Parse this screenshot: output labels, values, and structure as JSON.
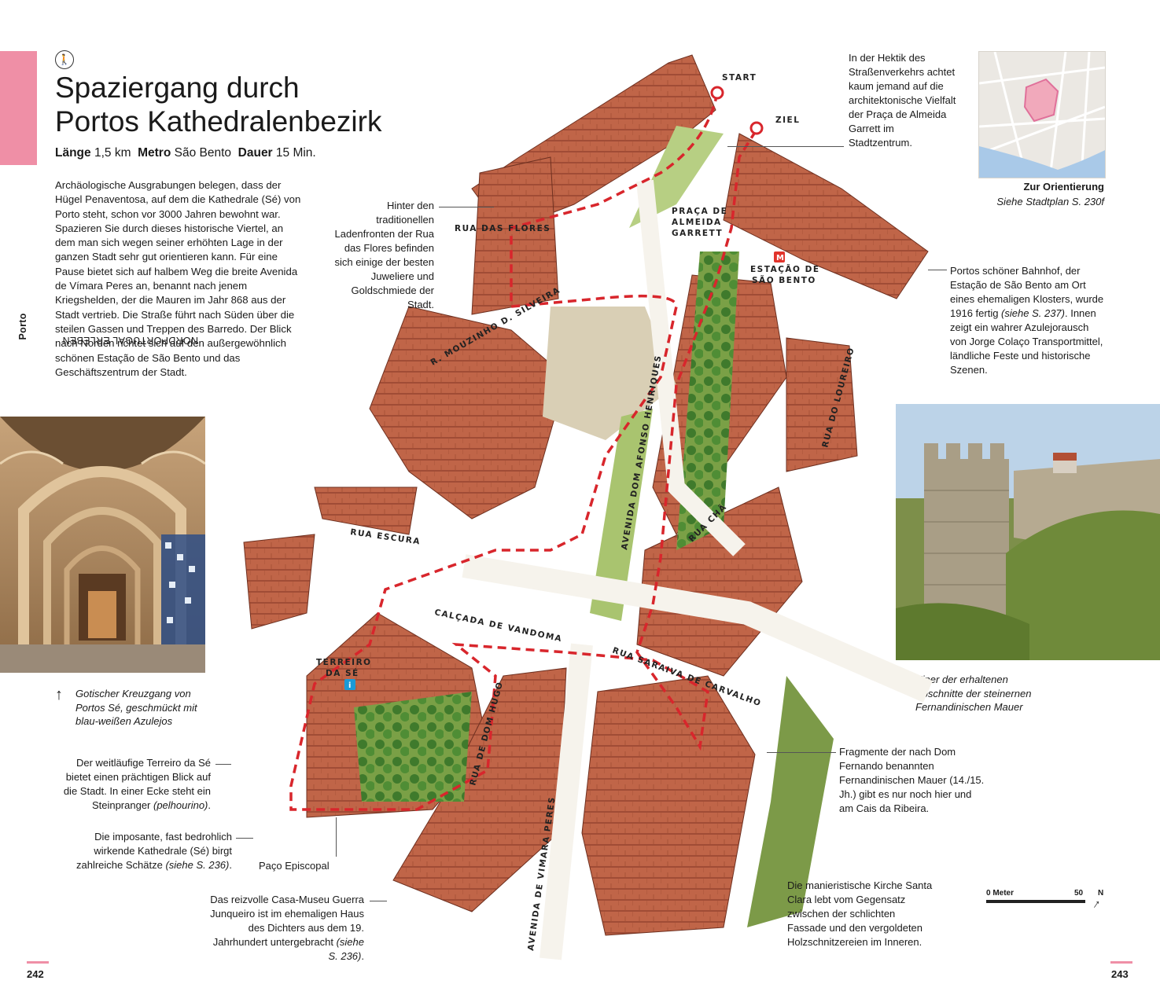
{
  "sidebar": {
    "section": "NORDPORTUGAL ERLEBEN",
    "city": "Porto"
  },
  "header": {
    "title_line1": "Spaziergang durch",
    "title_line2": "Portos Kathedralenbezirk"
  },
  "facts": {
    "length_label": "Länge",
    "length_value": "1,5 km",
    "metro_label": "Metro",
    "metro_value": "São Bento",
    "duration_label": "Dauer",
    "duration_value": "15 Min."
  },
  "intro": "Archäologische Ausgrabungen belegen, dass der Hügel Penaventosa, auf dem die Kathedrale (Sé) von Porto steht, schon vor 3000 Jahren bewohnt war. Spazieren Sie durch dieses historische Viertel, an dem man sich wegen seiner erhöhten Lage in der ganzen Stadt sehr gut orientieren kann. Für eine Pause bietet sich auf halbem Weg die breite Avenida de Vímara Peres an, benannt nach jenem Kriegshelden, der die Mauren im Jahr 868 aus der Stadt vertrieb. Die Straße führt nach Süden über die steilen Gassen und Treppen des Barredo. Der Blick nach Norden richtet sich auf den außergewöhnlich schönen Estação de São Bento und das Geschäftszentrum der Stadt.",
  "captions": {
    "photo_left": "Gotischer Kreuzgang von Portos Sé, geschmückt mit blau-weißen Azulejos",
    "photo_right": "Einer der erhaltenen Abschnitte der steinernen Fernandinischen Mauer",
    "orientation_title": "Zur Orientierung",
    "orientation_sub": "Siehe Stadtplan S. 230f",
    "flores": "Hinter den traditionellen Ladenfronten der Rua das Flores befinden sich einige der besten Juweliere und Goldschmiede der Stadt.",
    "hektik": "In der Hektik des Straßenverkehrs achtet kaum jemand auf die architektonische Vielfalt der Praça de Almeida Garrett im Stadtzentrum.",
    "bento_a": "Portos schöner Bahnhof, der Estação de São Bento am Ort eines ehemaligen Klosters, wurde 1916 fertig ",
    "bento_ref": "(siehe S. 237)",
    "bento_b": ". Innen zeigt ein wahrer Azulejorausch von Jorge Colaço Transportmittel, ländliche Feste und historische Szenen.",
    "terreiro_a": "Der weitläufige Terreiro da Sé bietet einen prächtigen Blick auf die Stadt. In einer Ecke steht ein Steinpranger ",
    "terreiro_ref": "(pelhourino)",
    "terreiro_b": ".",
    "kathedrale_a": "Die imposante, fast bedrohlich wirkende Kathedrale (Sé) birgt zahlreiche Schätze ",
    "kathedrale_ref": "(siehe S. 236)",
    "kathedrale_b": ".",
    "paco": "Paço Episcopal",
    "guerra_a": "Das reizvolle Casa-Museu Guerra Junqueiro ist im ehemaligen Haus des Dichters aus dem 19. Jahrhundert untergebracht ",
    "guerra_ref": "(siehe S. 236)",
    "guerra_b": ".",
    "fragmente": "Fragmente der nach Dom Fernando benannten Fernandinischen Mauer (14./15. Jh.) gibt es nur noch hier und am Cais da Ribeira.",
    "santa_clara": "Die manieristische Kirche Santa Clara lebt vom Gegensatz zwischen der schlichten Fassade und den vergoldeten Holzschnitzereien im Inneren."
  },
  "map": {
    "start": "START",
    "ziel": "ZIEL",
    "rua_flores": "RUA DAS FLORES",
    "praca_1": "PRAÇA DE",
    "praca_2": "ALMEIDA",
    "praca_3": "GARRETT",
    "estacao_1": "ESTAÇÃO DE",
    "estacao_2": "SÃO BENTO",
    "metro_icon": "M",
    "mouzinho": "R. MOUZINHO D. SILVEIRA",
    "afonso": "AVENIDA DOM AFONSO HENRIQUES",
    "loureiro": "RUA DO LOUREIRO",
    "cha": "RUA CHÃ",
    "escura": "RUA ESCURA",
    "vandoma": "CALÇADA DE VANDOMA",
    "terreiro_1": "TERREIRO",
    "terreiro_2": "DA SÉ",
    "info_icon": "i",
    "saraiva": "RUA SARAIVA DE CARVALHO",
    "hugo": "RUA DE DOM HUGO",
    "vimara": "AVENIDA DE VIMARA PERES"
  },
  "scale": {
    "label_left": "0 Meter",
    "label_right": "50",
    "north": "N"
  },
  "pages": {
    "left": "242",
    "right": "243"
  },
  "colors": {
    "accent_pink": "#ef8fa6",
    "route_red": "#d8262c",
    "roof": "#b5513a"
  }
}
